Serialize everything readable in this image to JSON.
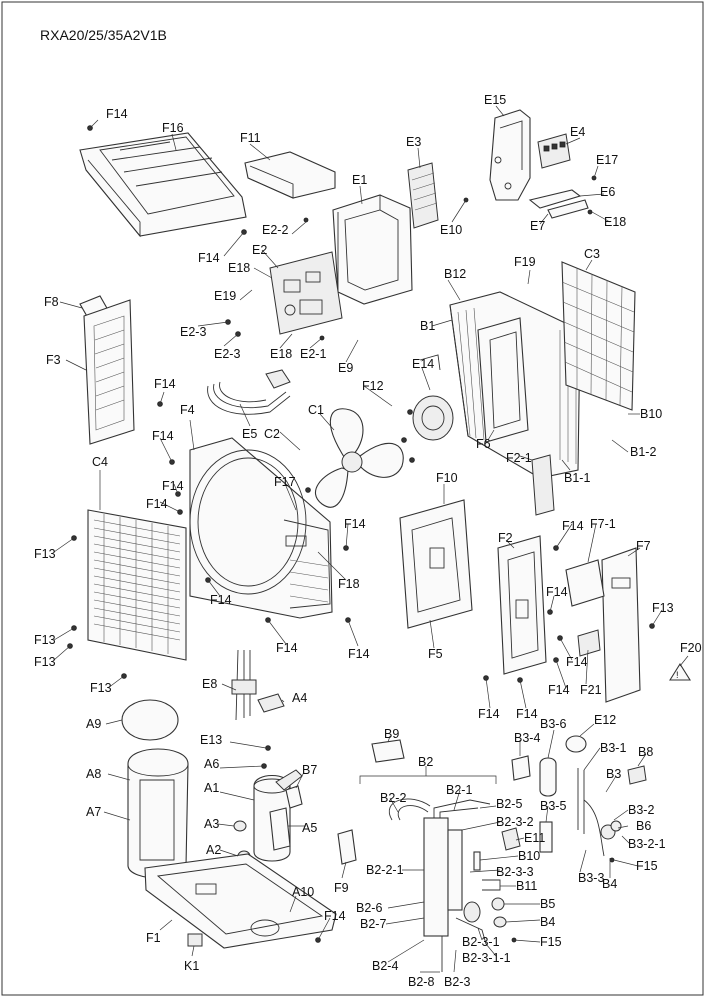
{
  "title": "RXA20/25/35A2V1B",
  "labels": {
    "f14_a": "F14",
    "f16": "F16",
    "f11": "F11",
    "e15": "E15",
    "e3": "E3",
    "e4": "E4",
    "e17": "E17",
    "e1": "E1",
    "e6": "E6",
    "e7": "E7",
    "e18_a": "E18",
    "e10": "E10",
    "e2_2": "E2-2",
    "e2": "E2",
    "f14_b": "F14",
    "e18_b": "E18",
    "f19": "F19",
    "c3": "C3",
    "b12": "B12",
    "f8": "F8",
    "e19": "E19",
    "e2_3_a": "E2-3",
    "b1": "B1",
    "e2_3_b": "E2-3",
    "e18_c": "E18",
    "e2_1": "E2-1",
    "e9": "E9",
    "e14": "E14",
    "f3": "F3",
    "f12": "F12",
    "f14_c": "F14",
    "c1": "C1",
    "e5": "E5",
    "c2": "C2",
    "f4": "F4",
    "b10_a": "B10",
    "f14_d": "F14",
    "f6": "F6",
    "b1_2": "B1-2",
    "f2_1": "F2-1",
    "b1_1": "B1-1",
    "c4": "C4",
    "f14_e": "F14",
    "f14_f": "F14",
    "f17": "F17",
    "f10": "F10",
    "f14_g": "F14",
    "f14_h": "F14",
    "f7_1": "F7-1",
    "f2": "F2",
    "f7": "F7",
    "f13_a": "F13",
    "f18": "F18",
    "f14_i": "F14",
    "f13_b": "F13",
    "f14_j": "F14",
    "f13_c": "F13",
    "f13_d": "F13",
    "f14_k": "F14",
    "f14_l": "F14",
    "f5": "F5",
    "f14_m": "F14",
    "f20": "F20",
    "f21": "F21",
    "f14_n": "F14",
    "f14_o": "F14",
    "f13_e": "F13",
    "f14_p": "F14",
    "e8": "E8",
    "a4": "A4",
    "a9": "A9",
    "b9": "B9",
    "b3_6": "B3-6",
    "e12": "E12",
    "b3_4": "B3-4",
    "e13": "E13",
    "b2": "B2",
    "b3_1": "B3-1",
    "b8": "B8",
    "a6": "A6",
    "b7": "B7",
    "b3": "B3",
    "a8": "A8",
    "a1": "A1",
    "b2_2": "B2-2",
    "b2_1": "B2-1",
    "b2_5": "B2-5",
    "b3_5": "B3-5",
    "b3_2": "B3-2",
    "a7": "A7",
    "b2_3_2": "B2-3-2",
    "b6": "B6",
    "b3_2_1": "B3-2-1",
    "a3": "A3",
    "a5": "A5",
    "e11": "E11",
    "b10_b": "B10",
    "a2": "A2",
    "b2_3_3": "B2-3-3",
    "b3_3": "B3-3",
    "f15_a": "F15",
    "b2_2_1": "B2-2-1",
    "f9": "F9",
    "b11": "B11",
    "b4_a": "B4",
    "b5": "B5",
    "a10": "A10",
    "b2_6": "B2-6",
    "b4_b": "B4",
    "f14_q": "F14",
    "b2_7": "B2-7",
    "f1": "F1",
    "f15_b": "F15",
    "b2_3_1": "B2-3-1",
    "b2_3_1_1": "B2-3-1-1",
    "k1": "K1",
    "b2_4": "B2-4",
    "b2_8": "B2-8",
    "b2_3": "B2-3"
  }
}
